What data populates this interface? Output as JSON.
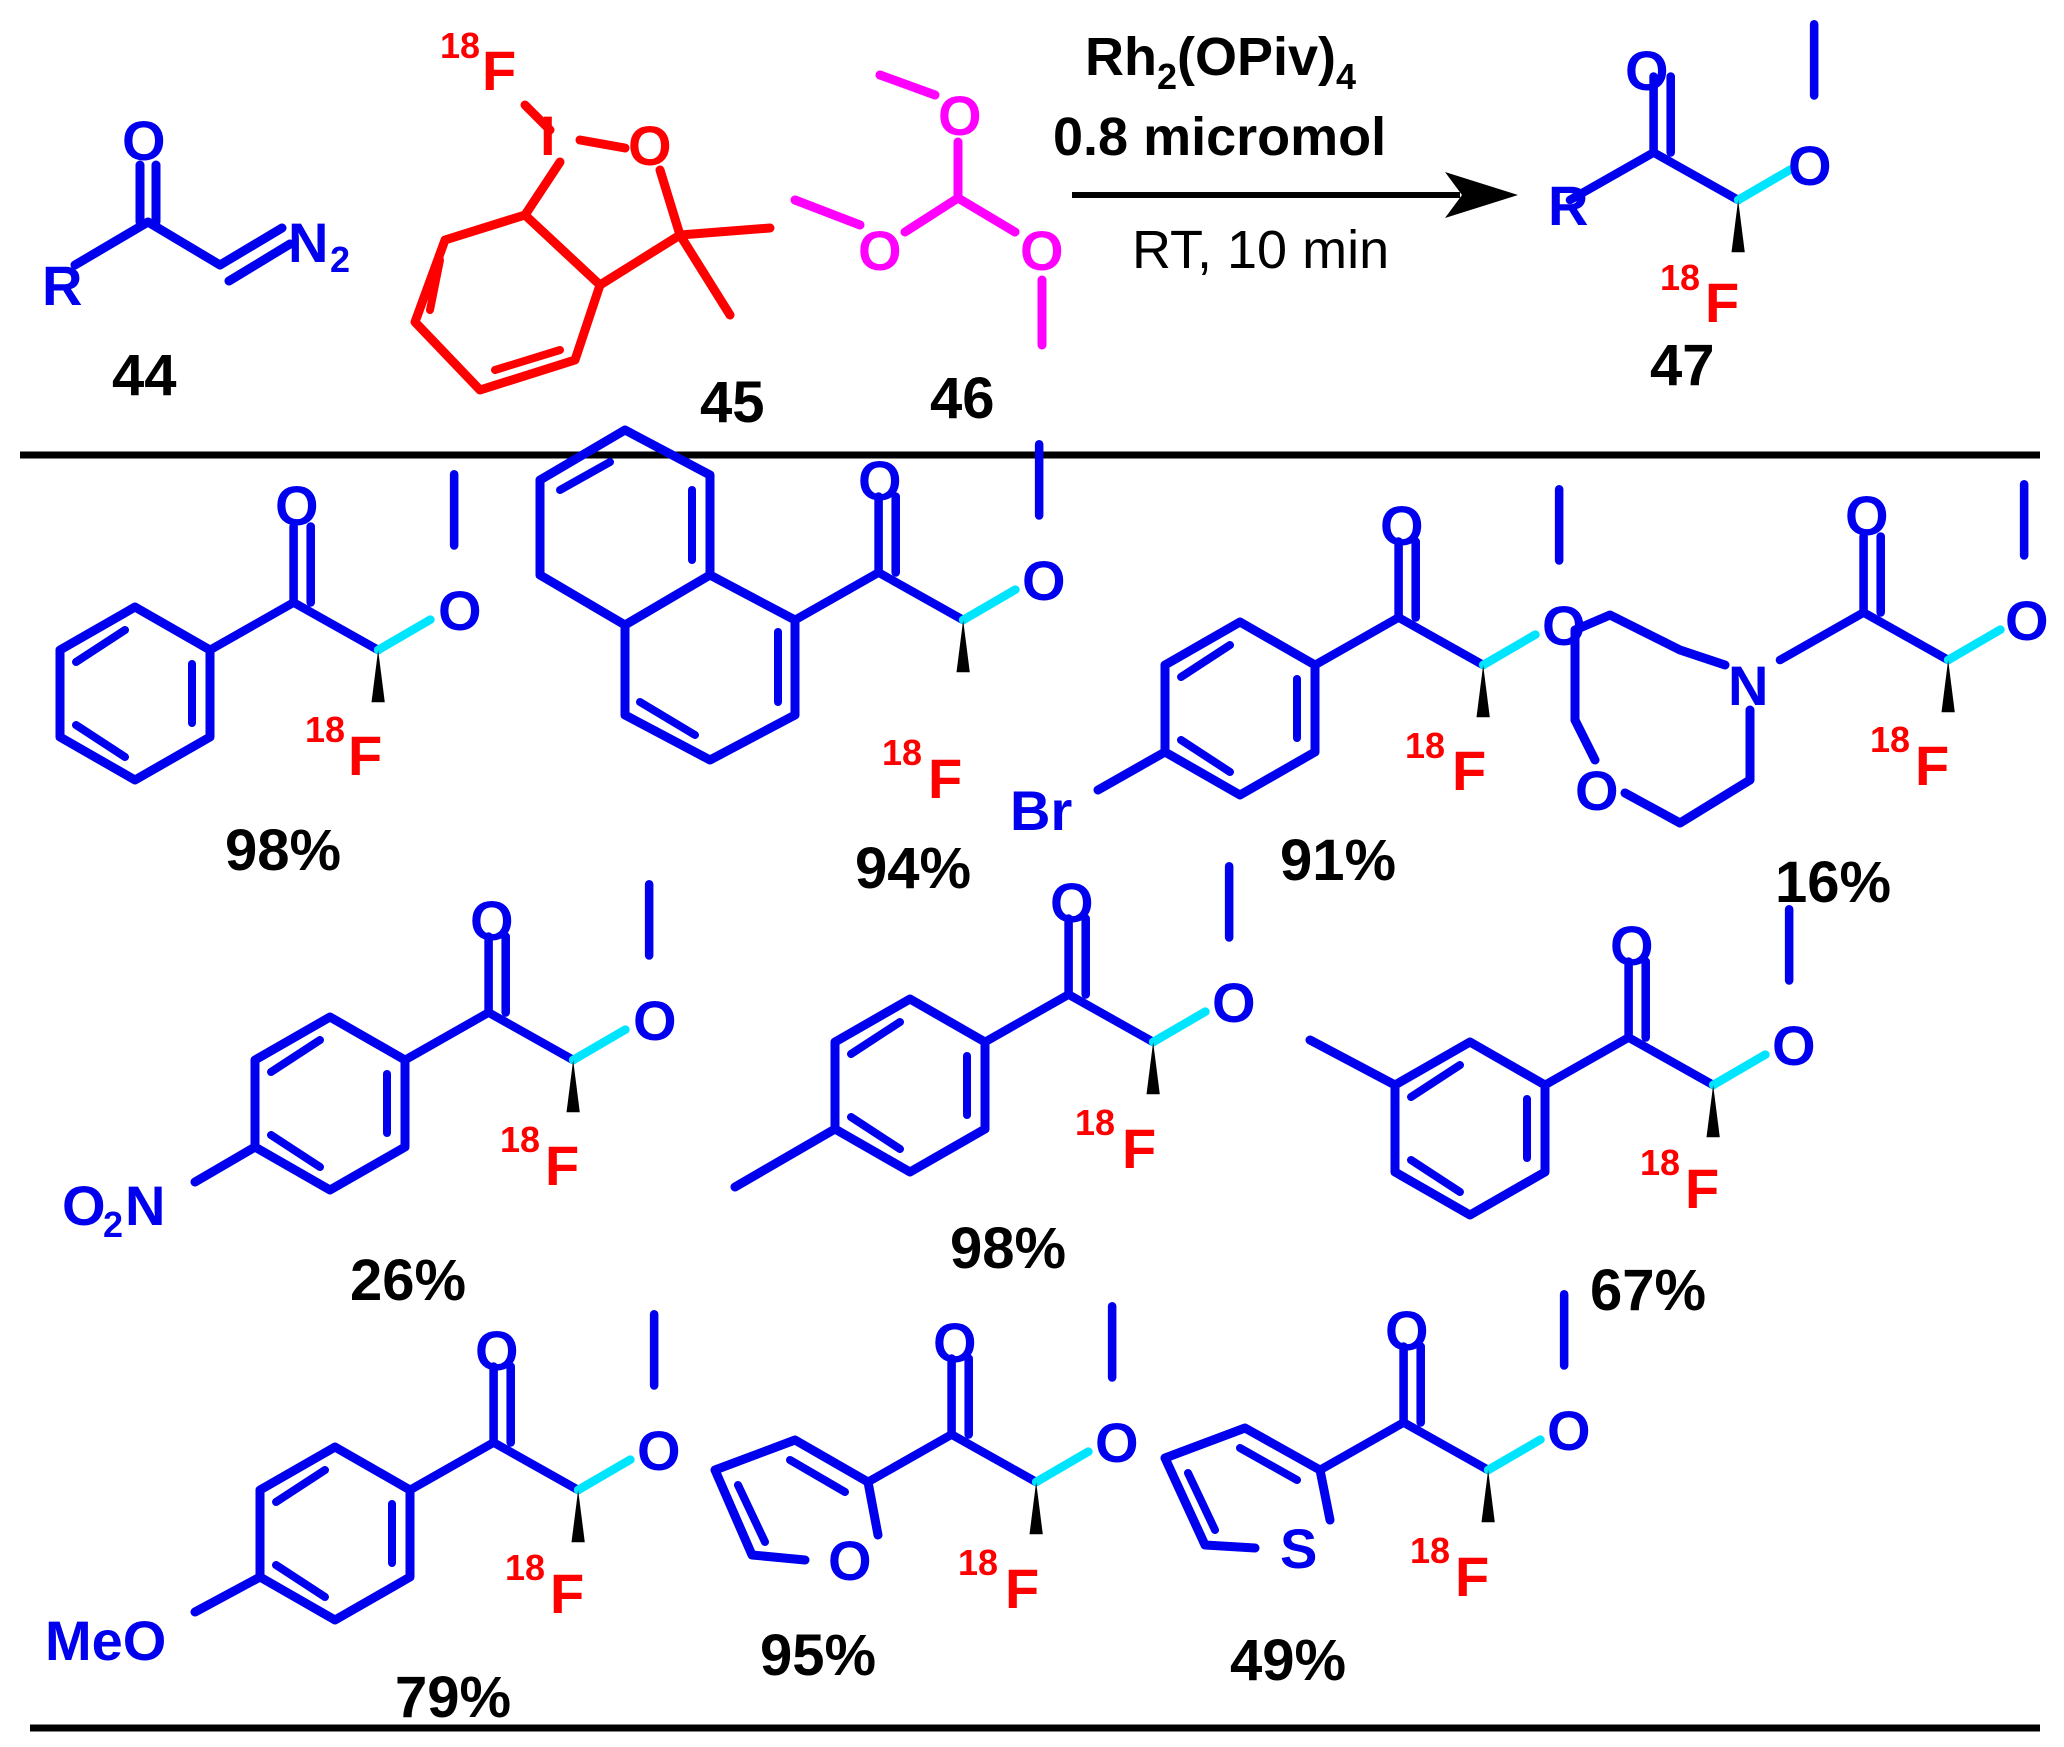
{
  "colors": {
    "skeleton": "#0000ee",
    "fluorine": "#ff0000",
    "reagent45": "#ff0000",
    "reagent46": "#ff00ff",
    "new_bond_OC": "#00e5ff",
    "stereo_wedge": "#000000",
    "rule": "#000000"
  },
  "atoms": {
    "O": "O",
    "R": "R",
    "N": "N",
    "S": "S",
    "I": "I",
    "F": "F",
    "Br": "Br",
    "MeO": "MeO",
    "iso": "18",
    "n2_N": "N",
    "n2_sub": "2",
    "no2_O": "O",
    "no2_sub": "2",
    "no2_N": "N"
  },
  "reaction": {
    "compounds": [
      "44",
      "45",
      "46",
      "47"
    ],
    "catalyst": "Rh",
    "catalyst_sub": "2",
    "catalyst_rest": "(OPiv)",
    "catalyst_sub2": "4",
    "amount": "0.8 micromol",
    "conditions": "RT,  10 min"
  },
  "yields": [
    "98%",
    "94%",
    "91%",
    "16%",
    "26%",
    "98%",
    "67%",
    "79%",
    "95%",
    "49%"
  ]
}
